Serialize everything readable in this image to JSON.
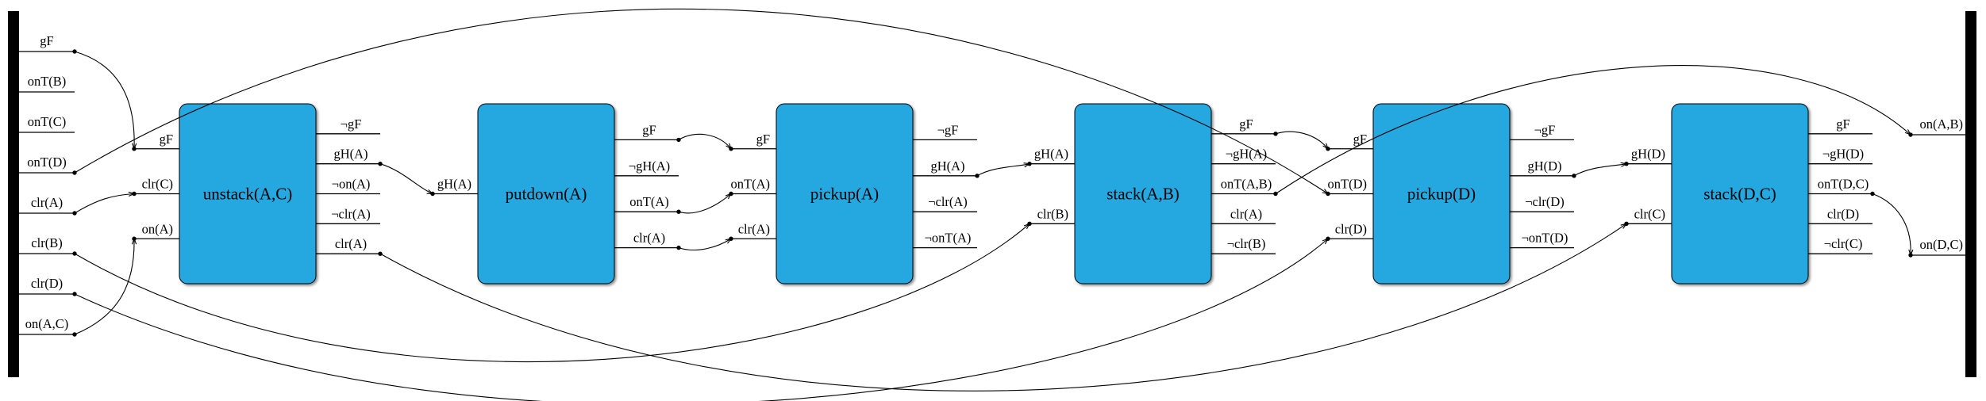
{
  "diagram": {
    "background": "#ffffff",
    "box_fill": "#25a7e0",
    "box_stroke": "#000000",
    "line_color": "#000000",
    "bar_color": "#000000",
    "init_facts": [
      {
        "label": "gF",
        "dot": true
      },
      {
        "label": "onT(B)",
        "dot": false
      },
      {
        "label": "onT(C)",
        "dot": false
      },
      {
        "label": "onT(D)",
        "dot": true
      },
      {
        "label": "clr(A)",
        "dot": true
      },
      {
        "label": "clr(B)",
        "dot": true
      },
      {
        "label": "clr(D)",
        "dot": true
      },
      {
        "label": "on(A,C)",
        "dot": true
      }
    ],
    "goal_facts": [
      {
        "label": "on(A,B)",
        "dot": true
      },
      {
        "label": "on(D,C)",
        "dot": true
      }
    ],
    "actions": [
      {
        "name": "unstack(A,C)",
        "inputs": [
          {
            "label": "gF"
          },
          {
            "label": "clr(C)"
          },
          {
            "label": "on(A)"
          }
        ],
        "outputs": [
          {
            "label": "¬gF",
            "dot": false
          },
          {
            "label": "gH(A)",
            "dot": true
          },
          {
            "label": "¬on(A)",
            "dot": false
          },
          {
            "label": "¬clr(A)",
            "dot": false
          },
          {
            "label": "clr(A)",
            "dot": true
          }
        ]
      },
      {
        "name": "putdown(A)",
        "inputs": [
          {
            "label": "gH(A)"
          }
        ],
        "outputs": [
          {
            "label": "gF",
            "dot": true
          },
          {
            "label": "¬gH(A)",
            "dot": false
          },
          {
            "label": "onT(A)",
            "dot": true
          },
          {
            "label": "clr(A)",
            "dot": true
          }
        ]
      },
      {
        "name": "pickup(A)",
        "inputs": [
          {
            "label": "gF"
          },
          {
            "label": "onT(A)"
          },
          {
            "label": "clr(A)"
          }
        ],
        "outputs": [
          {
            "label": "¬gF",
            "dot": false
          },
          {
            "label": "gH(A)",
            "dot": true
          },
          {
            "label": "¬clr(A)",
            "dot": false
          },
          {
            "label": "¬onT(A)",
            "dot": false
          }
        ]
      },
      {
        "name": "stack(A,B)",
        "inputs": [
          {
            "label": "gH(A)"
          },
          {
            "label": "clr(B)"
          }
        ],
        "outputs": [
          {
            "label": "gF",
            "dot": true
          },
          {
            "label": "¬gH(A)",
            "dot": false
          },
          {
            "label": "onT(A,B)",
            "dot": true
          },
          {
            "label": "clr(A)",
            "dot": false
          },
          {
            "label": "¬clr(B)",
            "dot": false
          }
        ]
      },
      {
        "name": "pickup(D)",
        "inputs": [
          {
            "label": "gF"
          },
          {
            "label": "onT(D)"
          },
          {
            "label": "clr(D)"
          }
        ],
        "outputs": [
          {
            "label": "¬gF",
            "dot": false
          },
          {
            "label": "gH(D)",
            "dot": true
          },
          {
            "label": "¬clr(D)",
            "dot": false
          },
          {
            "label": "¬onT(D)",
            "dot": false
          }
        ]
      },
      {
        "name": "stack(D,C)",
        "inputs": [
          {
            "label": "gH(D)"
          },
          {
            "label": "clr(C)"
          }
        ],
        "outputs": [
          {
            "label": "gF",
            "dot": false
          },
          {
            "label": "¬gH(D)",
            "dot": false
          },
          {
            "label": "onT(D,C)",
            "dot": true
          },
          {
            "label": "clr(D)",
            "dot": false
          },
          {
            "label": "¬clr(C)",
            "dot": false
          }
        ]
      }
    ],
    "edges": [
      {
        "from": "init:0",
        "to": "a0:in:0",
        "c1": [
          152,
          82
        ],
        "c2": [
          171,
          128
        ]
      },
      {
        "from": "init:3",
        "to": "a4:in:1",
        "c1": [
          620,
          -95
        ],
        "c2": [
          1260,
          -25
        ]
      },
      {
        "from": "init:4",
        "to": "a0:in:1",
        "c1": [
          122,
          252
        ],
        "c2": [
          142,
          246
        ]
      },
      {
        "from": "init:5",
        "to": "a3:in:1",
        "c1": [
          480,
          545
        ],
        "c2": [
          1090,
          463
        ]
      },
      {
        "from": "init:6",
        "to": "a4:in:2",
        "c1": [
          620,
          615
        ],
        "c2": [
          1440,
          505
        ]
      },
      {
        "from": "init:7",
        "to": "a0:in:2",
        "c1": [
          152,
          398
        ],
        "c2": [
          170,
          356
        ]
      },
      {
        "from": "a0:out:1",
        "to": "a1:in:0",
        "c1": [
          507,
          215
        ],
        "c2": [
          527,
          237
        ]
      },
      {
        "from": "a0:out:4",
        "to": "a5:in:1",
        "c1": [
          950,
          585
        ],
        "c2": [
          1700,
          525
        ]
      },
      {
        "from": "a1:out:0",
        "to": "a2:in:0",
        "c1": [
          875,
          164
        ],
        "c2": [
          905,
          168
        ]
      },
      {
        "from": "a1:out:2",
        "to": "a2:in:1",
        "c1": [
          878,
          274
        ],
        "c2": [
          904,
          259
        ]
      },
      {
        "from": "a1:out:3",
        "to": "a2:in:2",
        "c1": [
          878,
          320
        ],
        "c2": [
          904,
          312
        ]
      },
      {
        "from": "a2:out:1",
        "to": "a3:in:0",
        "c1": [
          1252,
          210
        ],
        "c2": [
          1278,
          211
        ]
      },
      {
        "from": "a3:out:0",
        "to": "a4:in:0",
        "c1": [
          1628,
          162
        ],
        "c2": [
          1657,
          168
        ]
      },
      {
        "from": "a3:out:2",
        "to": "goal:0",
        "c1": [
          1900,
          50
        ],
        "c2": [
          2260,
          38
        ]
      },
      {
        "from": "a4:out:1",
        "to": "a5:in:0",
        "c1": [
          2004,
          210
        ],
        "c2": [
          2030,
          210
        ]
      },
      {
        "from": "a5:out:2",
        "to": "goal:1",
        "c1": [
          2390,
          256
        ],
        "c2": [
          2409,
          284
        ]
      }
    ]
  }
}
